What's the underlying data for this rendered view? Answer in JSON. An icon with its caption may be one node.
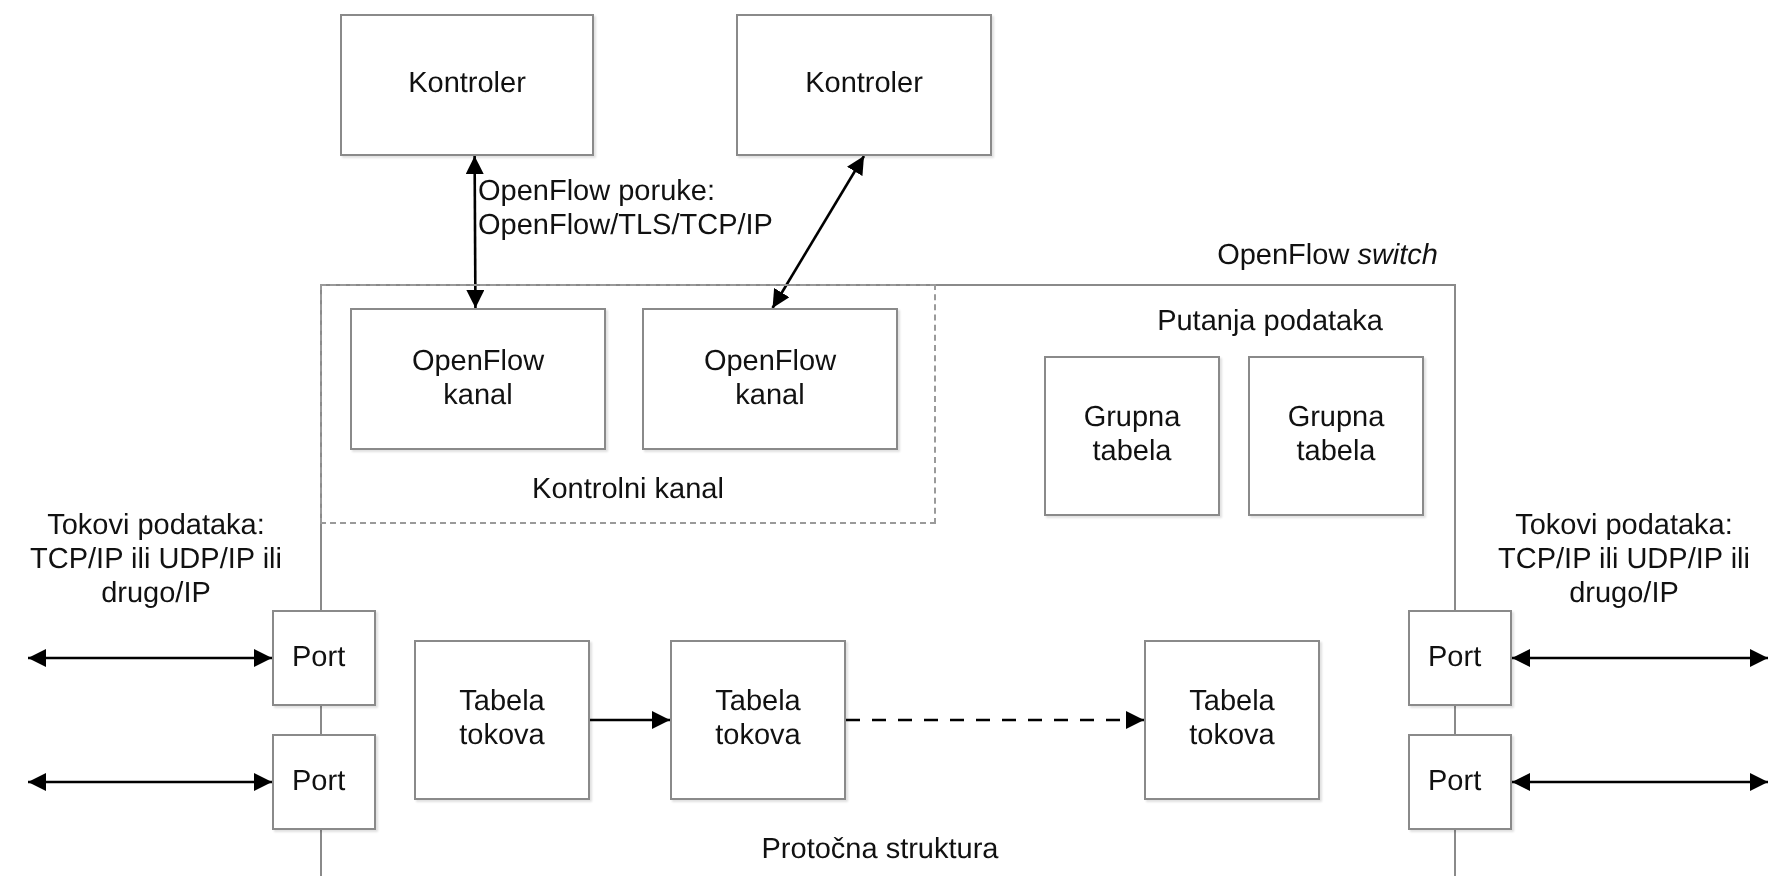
{
  "diagram": {
    "nodes": [
      {
        "text": [
          "Kontroler"
        ]
      },
      {
        "text": [
          "Kontroler"
        ]
      },
      {
        "text": [
          "OpenFlow *switch*"
        ]
      },
      {
        "text": [
          "Kontrolni kanal"
        ],
        "in": 2
      },
      {
        "text": [
          "OpenFlow kanal"
        ],
        "in": 3
      },
      {
        "text": [
          "OpenFlow kanal"
        ],
        "in": 3
      },
      {
        "text": [
          "Grupna tabela"
        ],
        "in": 2
      },
      {
        "text": [
          "Grupna tabela"
        ],
        "in": 2
      },
      {
        "text": [
          "Port"
        ]
      },
      {
        "text": [
          "Port"
        ]
      },
      {
        "text": [
          "Tabela tokova"
        ],
        "in": 2
      },
      {
        "text": [
          "Tabela tokova"
        ],
        "in": 2
      },
      {
        "text": [
          "Tabela tokova"
        ],
        "in": 2
      },
      {
        "text": [
          "Port"
        ]
      },
      {
        "text": [
          "Port"
        ]
      }
    ],
    "edges": [
      {
        "from": 0,
        "to": 4,
        "arrow": "both"
      },
      {
        "from": 1,
        "to": 5,
        "arrow": "both"
      },
      {
        "from": 10,
        "to": 11,
        "arrow": "to"
      },
      {
        "from": 11,
        "to": 12,
        "arrow": "to",
        "style": "dashed"
      },
      {
        "from": null,
        "to": 8,
        "arrow": "both"
      },
      {
        "from": null,
        "to": 9,
        "arrow": "both"
      },
      {
        "from": 13,
        "to": null,
        "arrow": "both"
      },
      {
        "from": 14,
        "to": null,
        "arrow": "both"
      }
    ],
    "labels": [
      "OpenFlow poruke: OpenFlow/TLS/TCP/IP",
      "Putanja podataka",
      "Tokovi podataka: TCP/IP ili UDP/IP ili drugo/IP",
      "Tokovi podataka: TCP/IP ili UDP/IP ili drugo/IP",
      "Protočna struktura"
    ]
  }
}
